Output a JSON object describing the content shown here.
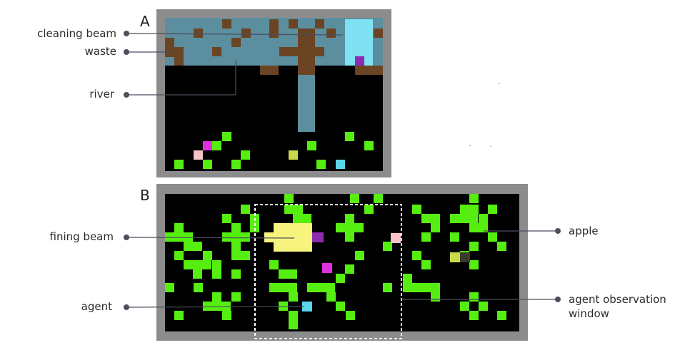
{
  "panel_a": {
    "letter": "A"
  },
  "panel_b": {
    "letter": "B"
  },
  "labels": {
    "cleaning_beam": "cleaning beam",
    "waste": "waste",
    "river": "river",
    "fining_beam": "fining beam",
    "agent": "agent",
    "apple": "apple",
    "agent_observation_window_line1": "agent observation",
    "agent_observation_window_line2": "window"
  },
  "colors": {
    "frame": "#8c8c8c",
    "ground": "#000000",
    "river": "#5b8fa0",
    "waste": "#6b4423",
    "cleaning_beam": "#7fe1f2",
    "apple": "#55ee10",
    "fining_beam": "#f7f47e",
    "agent_magenta": "#e12fe0",
    "agent_pink": "#f6c3c6",
    "agent_cyan": "#5bd4ec",
    "agent_yellow": "#c9d94a",
    "agent_purple": "#8e2bb3",
    "observation_window": "#ffffff"
  }
}
